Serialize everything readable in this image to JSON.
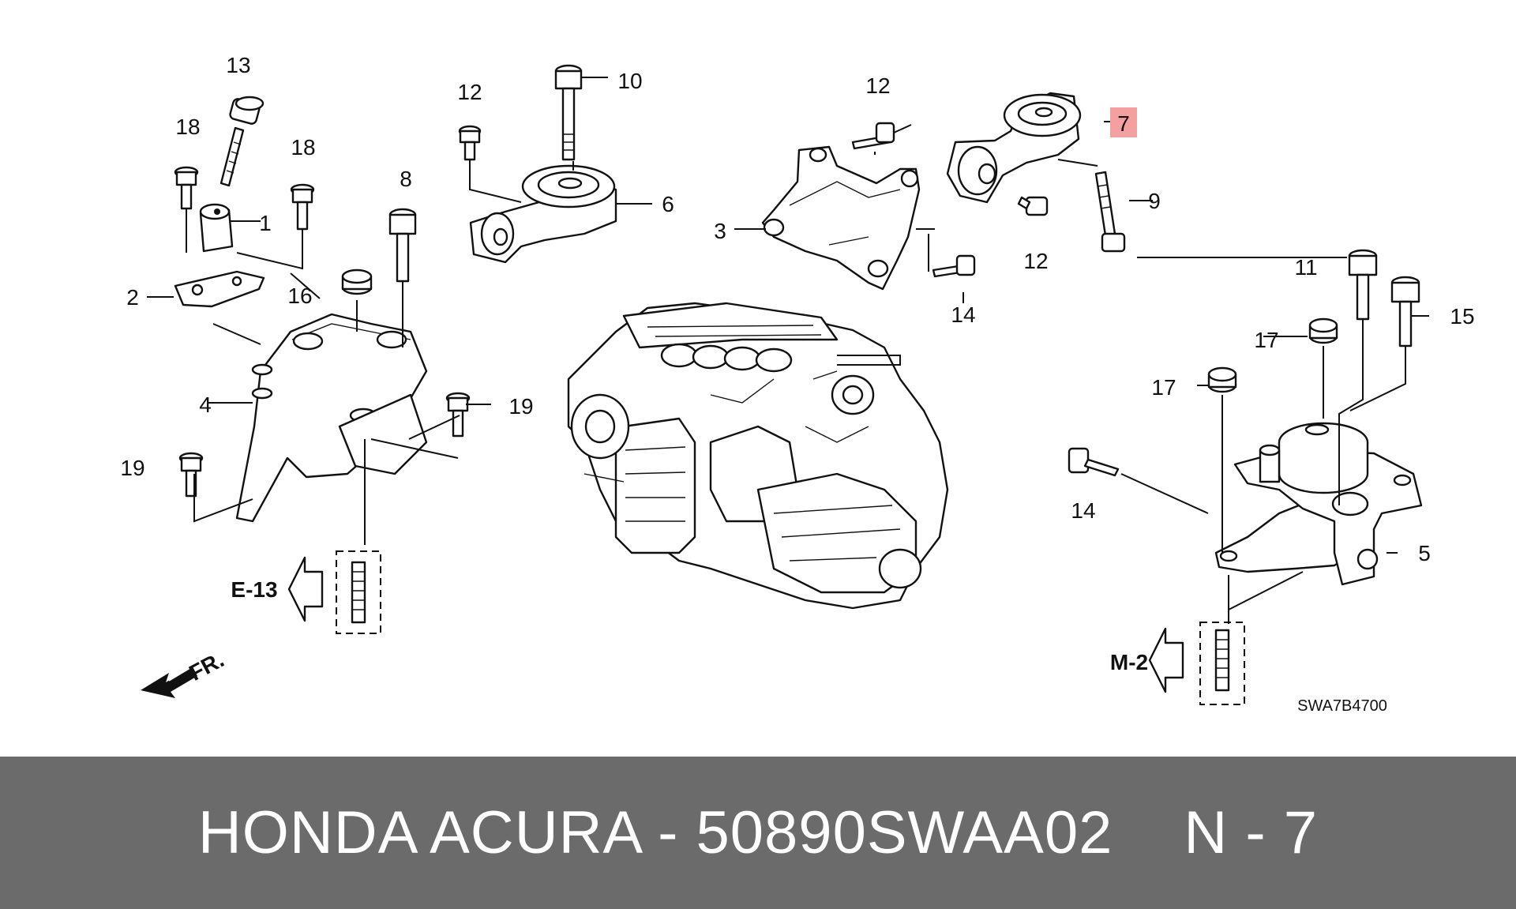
{
  "callouts": {
    "n1": "1",
    "n2": "2",
    "n3": "3",
    "n4": "4",
    "n5": "5",
    "n6": "6",
    "n7": "7",
    "n8": "8",
    "n9": "9",
    "n10": "10",
    "n11": "11",
    "n12a": "12",
    "n12b": "12",
    "n12c": "12",
    "n13": "13",
    "n14a": "14",
    "n14b": "14",
    "n15": "15",
    "n16": "16",
    "n17a": "17",
    "n17b": "17",
    "n18a": "18",
    "n18b": "18",
    "n19a": "19",
    "n19b": "19"
  },
  "highlight_color": "#f4a0a0",
  "references": {
    "left": "E-13",
    "right": "M-2"
  },
  "front_marker": "FR.",
  "diagram_code": "SWA7B4700",
  "footer": {
    "title": "HONDA ACURA - 50890SWAA02",
    "position": "N - 7"
  }
}
